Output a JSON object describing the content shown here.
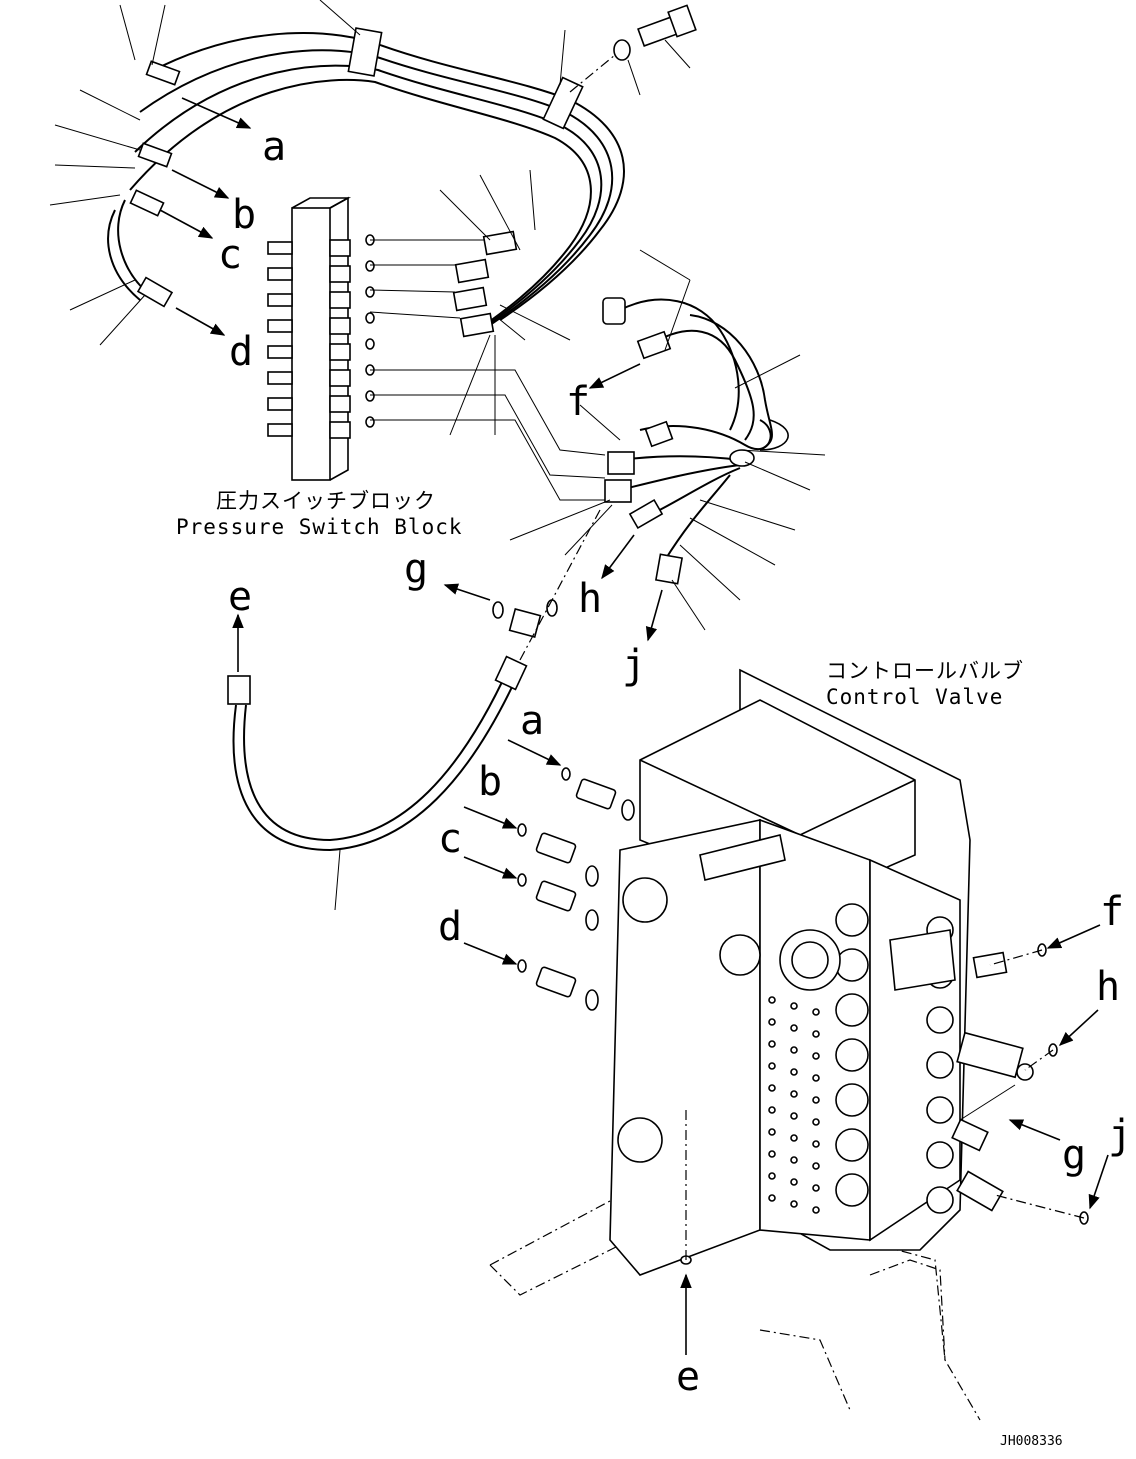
{
  "labels": {
    "pressure_switch_block_jp": "圧力スイッチブロック",
    "pressure_switch_block_en": "Pressure Switch Block",
    "control_valve_jp": "コントロールバルブ",
    "control_valve_en": "Control Valve",
    "drawing_number": "JH008336"
  },
  "callouts": {
    "hose_a": "a",
    "hose_b": "b",
    "hose_c": "c",
    "hose_d": "d",
    "hose_e": "e",
    "hose_f": "f",
    "hose_g": "g",
    "hose_h": "h",
    "hose_j": "j",
    "valve_a": "a",
    "valve_b": "b",
    "valve_c": "c",
    "valve_d": "d",
    "valve_e": "e",
    "valve_f": "f",
    "valve_g": "g",
    "valve_h": "h",
    "valve_j": "j"
  }
}
